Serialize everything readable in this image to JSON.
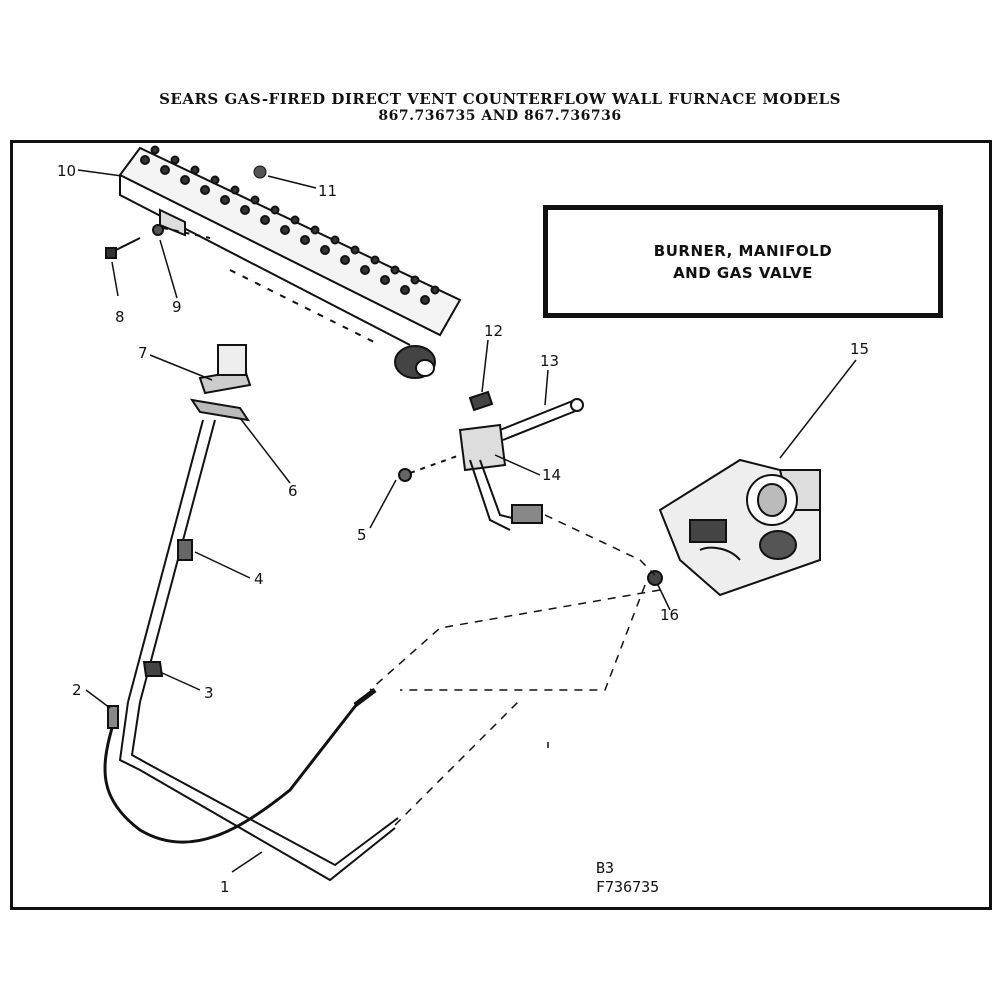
{
  "header": {
    "title_line1": "SEARS GAS-FIRED DIRECT VENT COUNTERFLOW WALL FURNACE MODELS",
    "title_line2": "867.736735 AND 867.736736"
  },
  "section_box": {
    "line1": "BURNER, MANIFOLD",
    "line2": "AND GAS VALVE"
  },
  "callouts": [
    "1",
    "2",
    "3",
    "4",
    "5",
    "6",
    "7",
    "8",
    "9",
    "10",
    "11",
    "12",
    "13",
    "14",
    "15",
    "16"
  ],
  "footer": {
    "code1": "B3",
    "code2": "F736735"
  }
}
